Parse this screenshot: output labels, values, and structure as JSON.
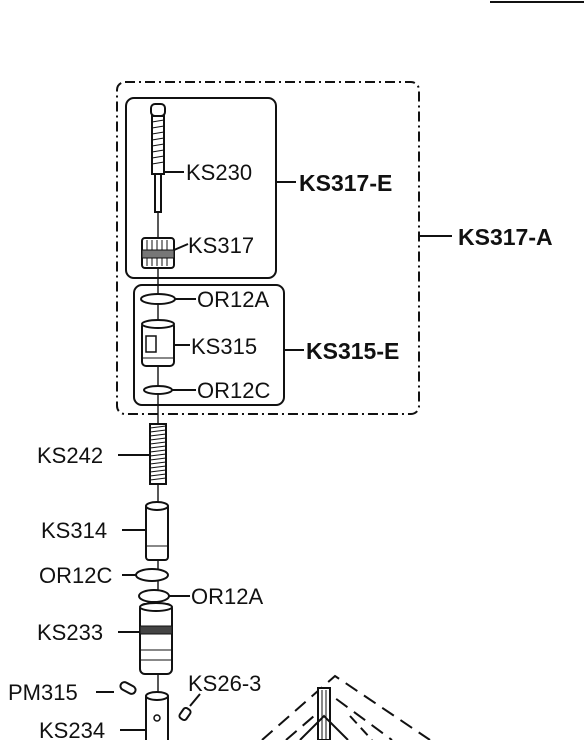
{
  "labels": {
    "ks230": "KS230",
    "ks317_e": "KS317-E",
    "ks317_a": "KS317-A",
    "ks317": "KS317",
    "or12a_top": "OR12A",
    "ks315": "KS315",
    "ks315_e": "KS315-E",
    "or12c_top": "OR12C",
    "ks242": "KS242",
    "ks314": "KS314",
    "or12c_bottom": "OR12C",
    "or12a_bottom": "OR12A",
    "ks233": "KS233",
    "pm315": "PM315",
    "ks26_3": "KS26-3",
    "ks234": "KS234"
  },
  "colors": {
    "ink": "#111111",
    "paper": "#ffffff"
  }
}
